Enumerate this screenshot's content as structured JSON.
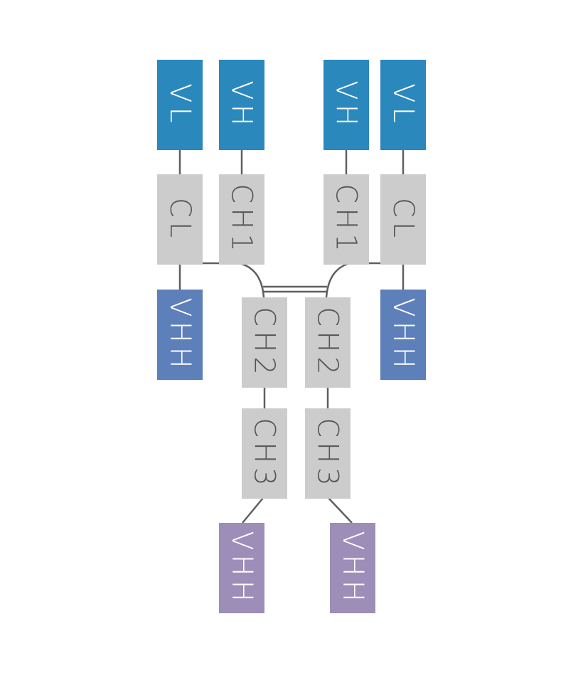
{
  "diagram": {
    "title": "",
    "colors": {
      "variable": "#2a88bd",
      "constant": "#cccccc",
      "vhh_arm": "#5d7fba",
      "vhh_c_terminal": "#9d8db9",
      "connector": "#5f5f5f"
    },
    "domains": [
      {
        "id": "vl-left",
        "label": "VL",
        "type": "variable"
      },
      {
        "id": "vh-left",
        "label": "VH",
        "type": "variable"
      },
      {
        "id": "vh-right",
        "label": "VH",
        "type": "variable"
      },
      {
        "id": "vl-right",
        "label": "VL",
        "type": "variable"
      },
      {
        "id": "cl-left",
        "label": "CL",
        "type": "constant"
      },
      {
        "id": "ch1-left",
        "label": "CH1",
        "type": "constant"
      },
      {
        "id": "ch1-right",
        "label": "CH1",
        "type": "constant"
      },
      {
        "id": "cl-right",
        "label": "CL",
        "type": "constant"
      },
      {
        "id": "vhh-left-arm",
        "label": "VHH",
        "type": "vhh_arm"
      },
      {
        "id": "vhh-right-arm",
        "label": "VHH",
        "type": "vhh_arm"
      },
      {
        "id": "ch2-left",
        "label": "CH2",
        "type": "constant"
      },
      {
        "id": "ch2-right",
        "label": "CH2",
        "type": "constant"
      },
      {
        "id": "ch3-left",
        "label": "CH3",
        "type": "constant"
      },
      {
        "id": "ch3-right",
        "label": "CH3",
        "type": "constant"
      },
      {
        "id": "vhh-left-c-term",
        "label": "VHH",
        "type": "vhh_c_terminal"
      },
      {
        "id": "vhh-right-c-term",
        "label": "VHH",
        "type": "vhh_c_terminal"
      }
    ],
    "connections": [
      [
        "vl-left",
        "cl-left"
      ],
      [
        "vh-left",
        "ch1-left"
      ],
      [
        "vh-right",
        "ch1-right"
      ],
      [
        "vl-right",
        "cl-right"
      ],
      [
        "cl-left",
        "vhh-left-arm"
      ],
      [
        "cl-right",
        "vhh-right-arm"
      ],
      [
        "cl-left",
        "ch1-left"
      ],
      [
        "cl-right",
        "ch1-right"
      ],
      [
        "ch1-left",
        "ch2-left"
      ],
      [
        "ch1-right",
        "ch2-right"
      ],
      [
        "ch2-left",
        "ch2-right"
      ],
      [
        "ch2-left",
        "ch3-left"
      ],
      [
        "ch2-right",
        "ch3-right"
      ],
      [
        "ch3-left",
        "vhh-left-c-term"
      ],
      [
        "ch3-right",
        "vhh-right-c-term"
      ]
    ]
  }
}
